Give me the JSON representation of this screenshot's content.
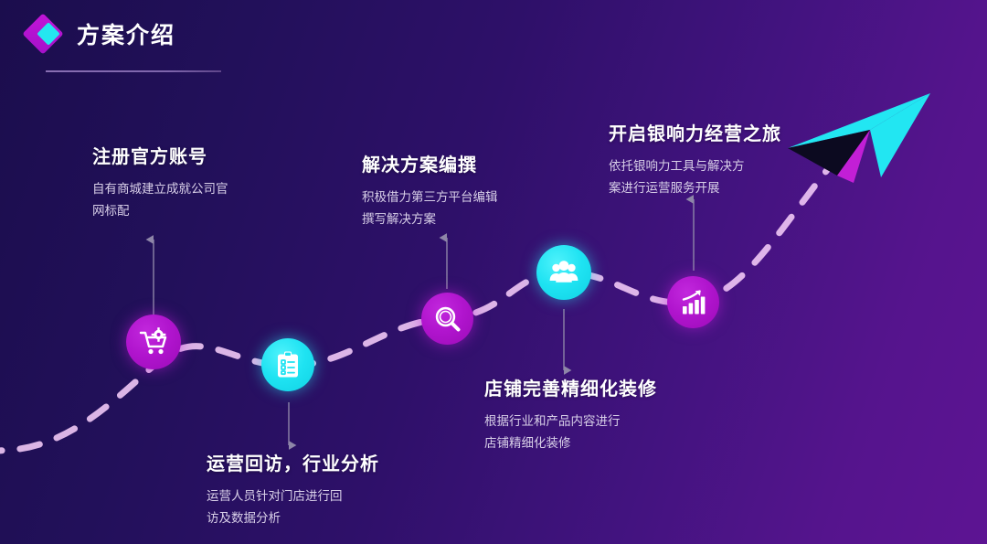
{
  "header": {
    "title": "方案介绍",
    "logo_icon": "diamond-logo-icon",
    "colors": {
      "magenta": "#b014cd",
      "cyan": "#1fe3f2",
      "bg_left": "#1b0d4d",
      "bg_right": "#5d1493"
    }
  },
  "journey": {
    "path_icon": "dashed-curve-path",
    "plane_icon": "paper-plane-icon",
    "steps": [
      {
        "index": 1,
        "icon": "shopping-cart-gear-icon",
        "icon_color": "#b014cd",
        "title": "注册官方账号",
        "desc": "自有商城建立成就公司官\n网标配"
      },
      {
        "index": 2,
        "icon": "clipboard-checklist-icon",
        "icon_color": "#1fe3f2",
        "title": "运营回访，行业分析",
        "desc": "运营人员针对门店进行回\n访及数据分析"
      },
      {
        "index": 3,
        "icon": "magnifier-search-icon",
        "icon_color": "#b014cd",
        "title": "解决方案编撰",
        "desc": "积极借力第三方平台编辑\n撰写解决方案"
      },
      {
        "index": 4,
        "icon": "people-group-icon",
        "icon_color": "#1fe3f2",
        "title": "店铺完善精细化装修",
        "desc": "根据行业和产品内容进行\n店铺精细化装修"
      },
      {
        "index": 5,
        "icon": "bar-chart-growth-icon",
        "icon_color": "#b014cd",
        "title": "开启银响力经营之旅",
        "desc": "依托银响力工具与解决方\n案进行运营服务开展"
      }
    ]
  }
}
